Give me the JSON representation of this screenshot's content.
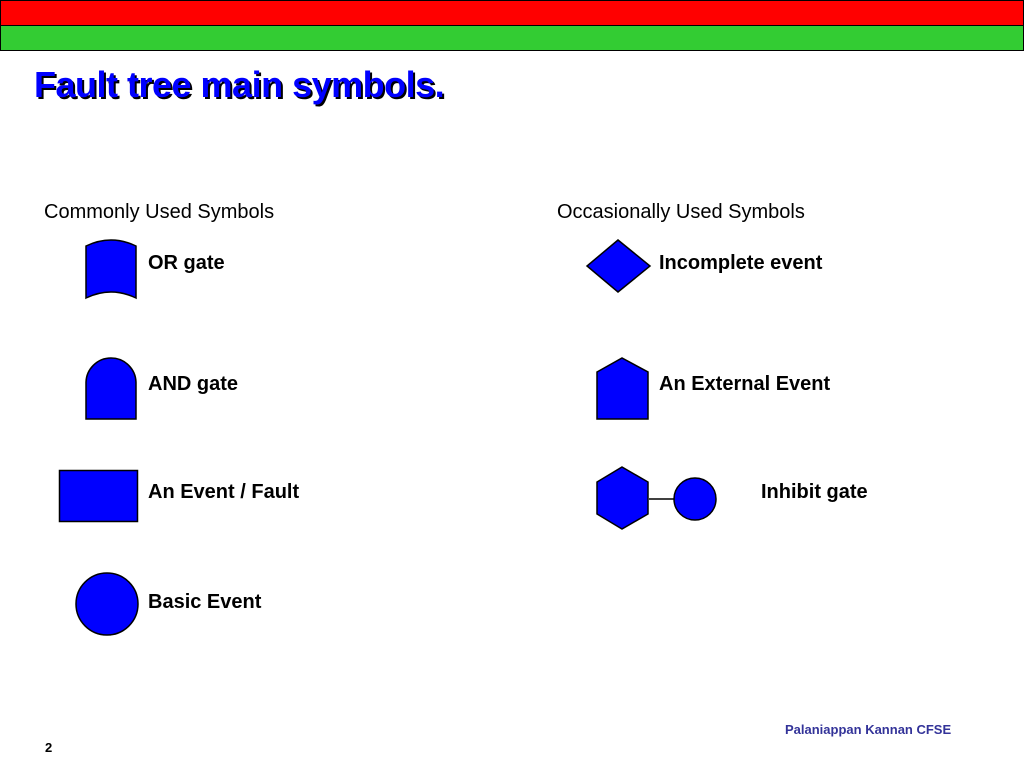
{
  "colors": {
    "top_bar": "#ff0000",
    "second_bar": "#33cc33",
    "shape_fill": "#0000ff",
    "title": "#0000ff",
    "footer": "#333399"
  },
  "slide": {
    "title": "Fault tree main symbols.",
    "page_number": "2",
    "footer": "Palaniappan Kannan CFSE"
  },
  "common": {
    "heading": "Commonly Used Symbols",
    "items": [
      {
        "label": "OR gate",
        "icon": "or-gate-icon"
      },
      {
        "label": "AND gate",
        "icon": "and-gate-icon"
      },
      {
        "label": "An Event / Fault",
        "icon": "event-rectangle-icon"
      },
      {
        "label": "Basic Event",
        "icon": "basic-event-circle-icon"
      }
    ]
  },
  "occasional": {
    "heading": "Occasionally Used Symbols",
    "items": [
      {
        "label": "Incomplete event",
        "icon": "incomplete-event-diamond-icon"
      },
      {
        "label": "An External Event",
        "icon": "external-event-house-icon"
      },
      {
        "label": "Inhibit gate",
        "icon": "inhibit-gate-hexagon-icon"
      }
    ]
  }
}
